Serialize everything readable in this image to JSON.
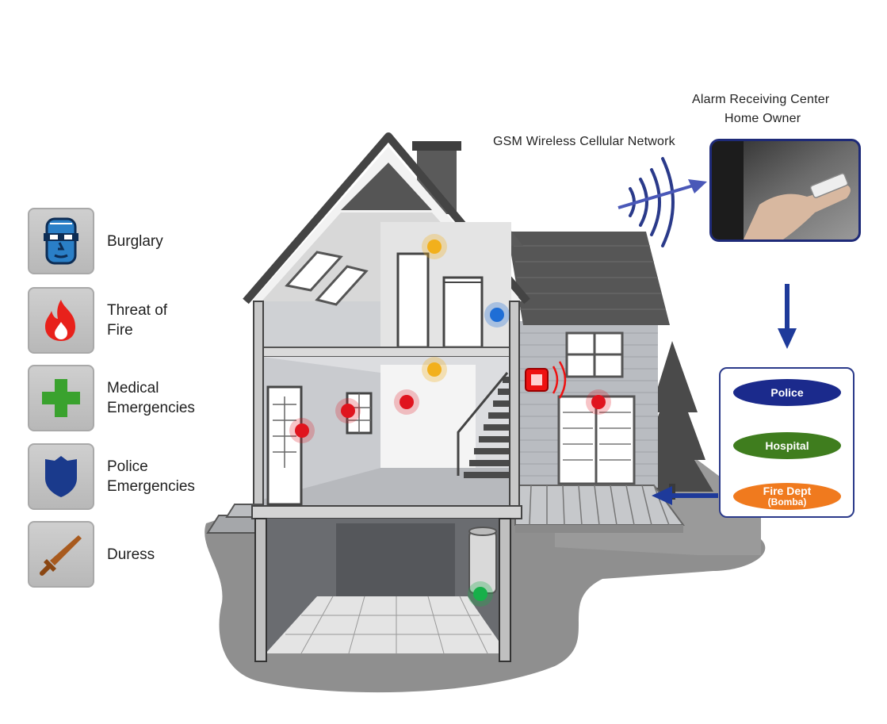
{
  "legend": [
    {
      "label": "Burglary",
      "icon": "burglar-icon"
    },
    {
      "label": "Threat of\nFire",
      "icon": "fire-icon"
    },
    {
      "label": "Medical\nEmergencies",
      "icon": "medical-cross-icon"
    },
    {
      "label": "Police\nEmergencies",
      "icon": "police-badge-icon"
    },
    {
      "label": "Duress",
      "icon": "sword-icon"
    }
  ],
  "network_label": "GSM Wireless Cellular Network",
  "receiver": {
    "line1": "Alarm Receiving Center",
    "line2": "Home Owner"
  },
  "responders": [
    {
      "label": "Police",
      "color": "#1b2a8c"
    },
    {
      "label": "Hospital",
      "color": "#3f7d1e"
    },
    {
      "label": "Fire Dept",
      "sub": "(Bomba)",
      "color": "#f07a1e"
    }
  ],
  "colors": {
    "arrow": "#1e3a9a",
    "sensor_red": "#e0141e",
    "sensor_yellow": "#f2b01c",
    "sensor_blue": "#1f6ed6",
    "sensor_green": "#17b04a"
  }
}
